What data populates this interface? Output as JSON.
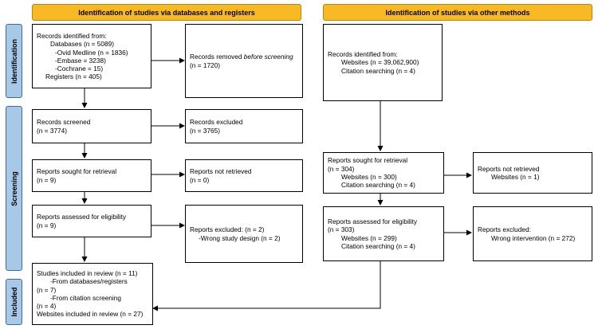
{
  "headers": {
    "left": "Identification of studies via databases and registers",
    "right": "Identification of studies via other methods"
  },
  "phases": {
    "identification": "Identification",
    "screening": "Screening",
    "included": "Included"
  },
  "colors": {
    "header_fill": "#f9b923",
    "phase_fill": "#a8c8e8"
  },
  "boxes": {
    "records_identified": {
      "l1": "Records identified from:",
      "l2": "Databases (n = 5089)",
      "l3": "-Ovid Medline (n = 1836)",
      "l4": "-Embase = 3238)",
      "l5": "-Cochrane = 15)",
      "l6": "Registers (n = 405)"
    },
    "records_removed": {
      "l1_a": "Records removed ",
      "l1_b": "before screening",
      "l2": "(n = 1720)"
    },
    "records_screened": {
      "l1": "Records screened",
      "l2": "(n = 3774)"
    },
    "records_excluded": {
      "l1": "Records excluded",
      "l2": "(n = 3765)"
    },
    "reports_sought": {
      "l1": "Reports sought for retrieval",
      "l2": "(n = 9)"
    },
    "reports_not_retrieved": {
      "l1": "Reports not retrieved",
      "l2": "(n = 0)"
    },
    "reports_assessed": {
      "l1": "Reports assessed for eligibility",
      "l2": "(n = 9)"
    },
    "reports_excluded": {
      "l1": "Reports excluded: (n = 2)",
      "l2": "-Wrong study design (n = 2)"
    },
    "studies_included": {
      "l1": "Studies included in review (n = 11)",
      "l2": "-From databases/registers",
      "l3": "(n = 7)",
      "l4": "-From citation screening",
      "l5": "(n = 4)",
      "l6": "Websites included in review (n = 27)"
    },
    "other_identified": {
      "l1": "Records identified from:",
      "l2": "Websites (n = 39,062,900)",
      "l3": "Citation searching (n = 4)"
    },
    "other_sought": {
      "l1": "Reports sought for retrieval",
      "l2": "(n = 304)",
      "l3": "Websites (n = 300)",
      "l4": "Citation searching (n = 4)"
    },
    "other_not_retrieved": {
      "l1": "Reports not retrieved",
      "l2": "Websites (n = 1)"
    },
    "other_assessed": {
      "l1": "Reports assessed for eligibility",
      "l2": "(n = 303)",
      "l3": "Websites (n = 299)",
      "l4": "Citation searching (n = 4)"
    },
    "other_excluded": {
      "l1": "Reports excluded:",
      "l2": "Wrong intervention (n = 272)"
    }
  }
}
